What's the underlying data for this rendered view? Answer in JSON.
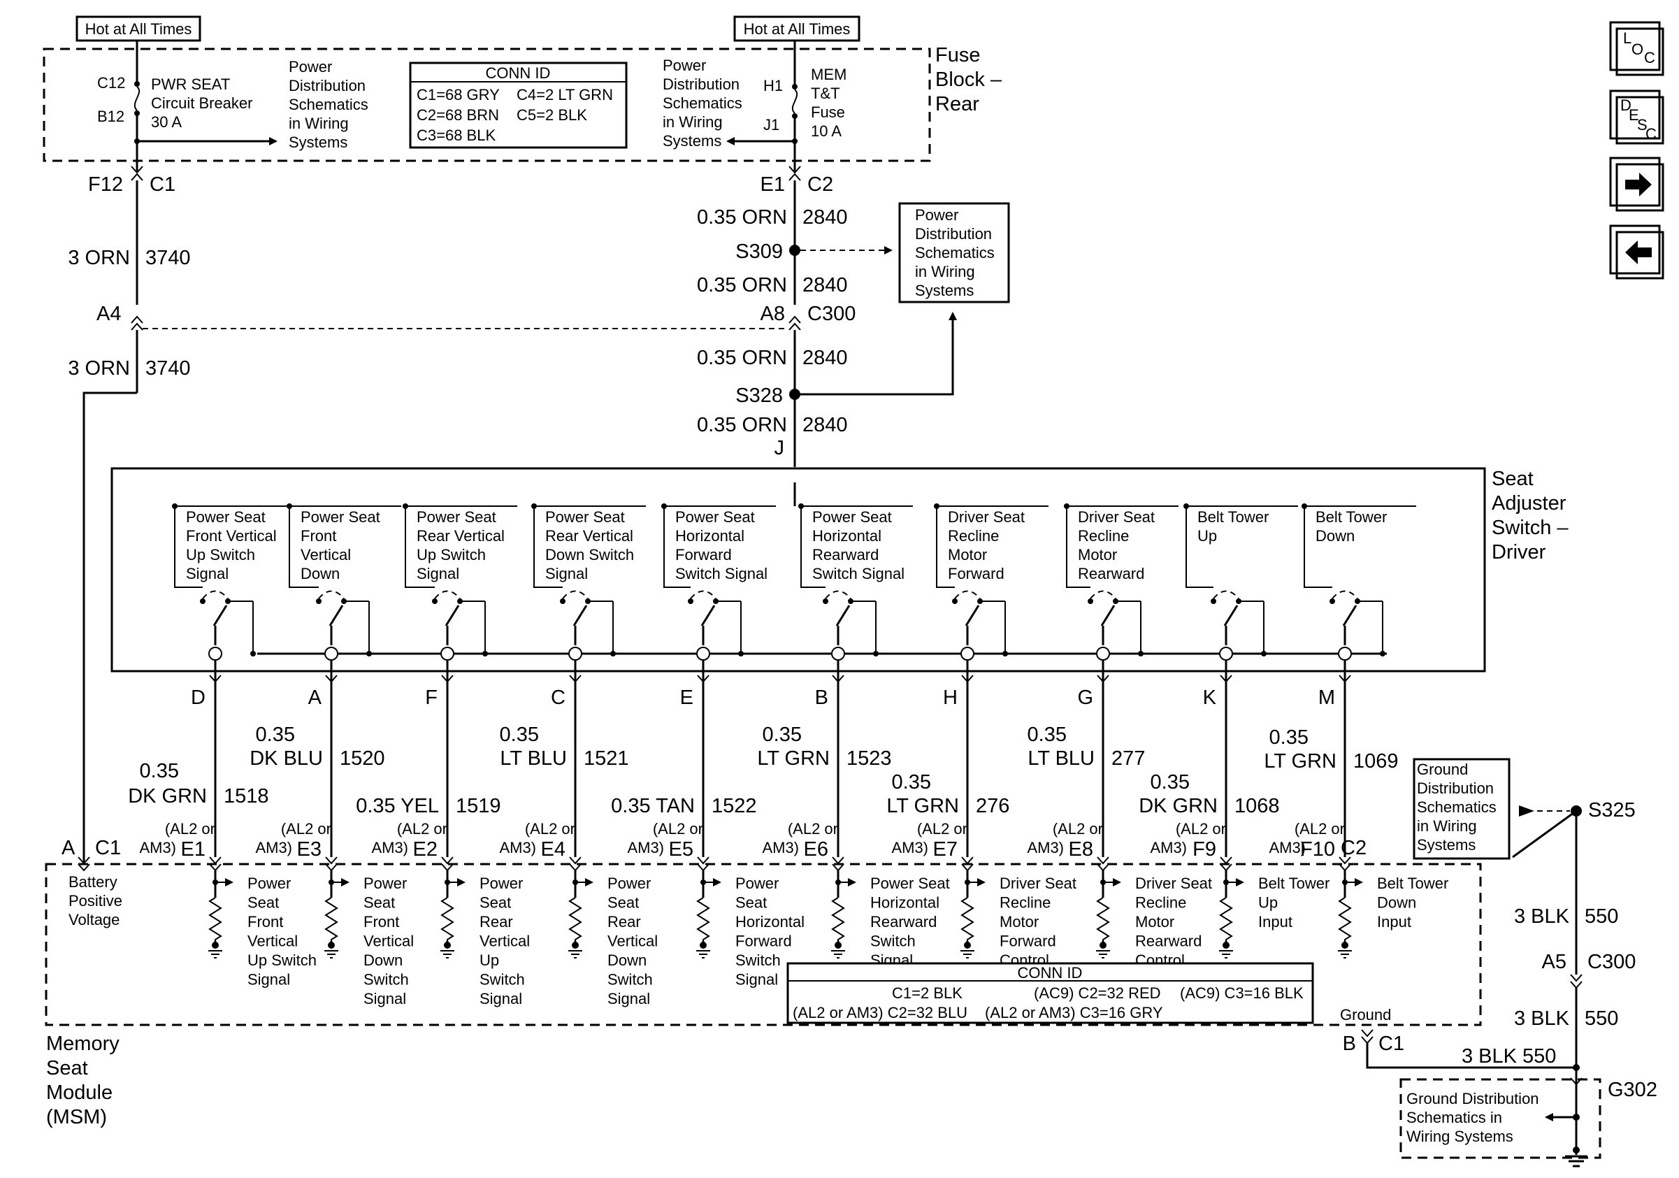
{
  "fuse_block": {
    "hot_left": "Hot at All Times",
    "hot_right": "Hot at All Times",
    "title_lines": [
      "Fuse",
      "Block –",
      "Rear"
    ],
    "pwr_seat_pins": [
      "C12",
      "B12"
    ],
    "pwr_seat_breaker": [
      "PWR SEAT",
      "Circuit Breaker",
      "30 A"
    ],
    "pd_ref_left": [
      "Power",
      "Distribution",
      "Schematics",
      "in Wiring",
      "Systems"
    ],
    "conn_id_title": "CONN ID",
    "conn_id_rows": [
      "C1=68 GRY",
      "C4=2 LT GRN",
      "C2=68 BRN",
      "C5=2 BLK",
      "C3=68 BLK"
    ],
    "pd_ref_right": [
      "Power",
      "Distribution",
      "Schematics",
      "in Wiring",
      "Systems"
    ],
    "mem_pins": [
      "H1",
      "J1"
    ],
    "mem_fuse": [
      "MEM",
      "T&T",
      "Fuse",
      "10 A"
    ]
  },
  "left_circuit": {
    "top_pin": "F12",
    "top_conn": "C1",
    "wire_upper": "3 ORN",
    "circuit_upper": "3740",
    "mid_pin": "A4",
    "wire_lower": "3 ORN",
    "circuit_lower": "3740"
  },
  "center_circuit": {
    "top_pin": "E1",
    "top_conn": "C2",
    "wire1": "0.35 ORN",
    "circuit1": "2840",
    "splice1": "S309",
    "wire2": "0.35 ORN",
    "circuit2": "2840",
    "mid_pin": "A8",
    "mid_conn": "C300",
    "wire3": "0.35 ORN",
    "circuit3": "2840",
    "splice2": "S328",
    "wire4": "0.35 ORN",
    "circuit4": "2840",
    "switch_pin": "J",
    "pd_ref": [
      "Power",
      "Distribution",
      "Schematics",
      "in Wiring",
      "Systems"
    ]
  },
  "switch_box": {
    "title_lines": [
      "Seat",
      "Adjuster",
      "Switch –",
      "Driver"
    ],
    "switches": [
      {
        "lines": [
          "Power Seat",
          "Front Vertical",
          "Up Switch",
          "Signal"
        ],
        "pin": "D"
      },
      {
        "lines": [
          "Power Seat",
          "Front",
          "Vertical",
          "Down"
        ],
        "pin": "A"
      },
      {
        "lines": [
          "Power Seat",
          "Rear Vertical",
          "Up Switch",
          "Signal"
        ],
        "pin": "F"
      },
      {
        "lines": [
          "Power Seat",
          "Rear Vertical",
          "Down Switch",
          "Signal"
        ],
        "pin": "C"
      },
      {
        "lines": [
          "Power Seat",
          "Horizontal",
          "Forward",
          "Switch Signal"
        ],
        "pin": "E"
      },
      {
        "lines": [
          "Power Seat",
          "Horizontal",
          "Rearward",
          "Switch Signal"
        ],
        "pin": "B"
      },
      {
        "lines": [
          "Driver Seat",
          "Recline",
          "Motor",
          "Forward"
        ],
        "pin": "H"
      },
      {
        "lines": [
          "Driver Seat",
          "Recline",
          "Motor",
          "Rearward"
        ],
        "pin": "G"
      },
      {
        "lines": [
          "Belt Tower",
          "Up"
        ],
        "pin": "K"
      },
      {
        "lines": [
          "Belt Tower",
          "Down"
        ],
        "pin": "M"
      }
    ]
  },
  "wires": [
    {
      "gauge": "0.35",
      "color": "DK GRN",
      "circuit": "1518",
      "opt": [
        "(AL2 or",
        "AM3)"
      ],
      "pin": "E1"
    },
    {
      "gauge": "0.35",
      "color": "DK BLU",
      "circuit": "1520",
      "opt": [
        "(AL2 or",
        "AM3)"
      ],
      "pin": "E3"
    },
    {
      "gauge": "",
      "color": "0.35 YEL",
      "circuit": "1519",
      "opt": [
        "(AL2 or",
        "AM3)"
      ],
      "pin": "E2"
    },
    {
      "gauge": "0.35",
      "color": "LT BLU",
      "circuit": "1521",
      "opt": [
        "(AL2 or",
        "AM3)"
      ],
      "pin": "E4"
    },
    {
      "gauge": "",
      "color": "0.35 TAN",
      "circuit": "1522",
      "opt": [
        "(AL2 or",
        "AM3)"
      ],
      "pin": "E5"
    },
    {
      "gauge": "0.35",
      "color": "LT GRN",
      "circuit": "1523",
      "opt": [
        "(AL2 or",
        "AM3)"
      ],
      "pin": "E6"
    },
    {
      "gauge": "0.35",
      "color": "LT GRN",
      "circuit": "276",
      "opt": [
        "(AL2 or",
        "AM3)"
      ],
      "pin": "E7"
    },
    {
      "gauge": "0.35",
      "color": "LT BLU",
      "circuit": "277",
      "opt": [
        "(AL2 or",
        "AM3)"
      ],
      "pin": "E8"
    },
    {
      "gauge": "0.35",
      "color": "DK GRN",
      "circuit": "1068",
      "opt": [
        "(AL2 or",
        "AM3)"
      ],
      "pin": "F9"
    },
    {
      "gauge": "0.35",
      "color": "LT GRN",
      "circuit": "1069",
      "opt": [
        "(AL2 or",
        "AM3)"
      ],
      "pin": "F10"
    }
  ],
  "msm": {
    "title_lines": [
      "Memory",
      "Seat",
      "Module",
      "(MSM)"
    ],
    "battery_pin": "A",
    "battery_conn": "C1",
    "battery_lines": [
      "Battery",
      "Positive",
      "Voltage"
    ],
    "c2_label": "C2",
    "inputs": [
      [
        "Power",
        "Seat",
        "Front",
        "Vertical",
        "Up Switch",
        "Signal"
      ],
      [
        "Power",
        "Seat",
        "Front",
        "Vertical",
        "Down",
        "Switch",
        "Signal"
      ],
      [
        "Power",
        "Seat",
        "Rear",
        "Vertical",
        "Up",
        "Switch",
        "Signal"
      ],
      [
        "Power",
        "Seat",
        "Rear",
        "Vertical",
        "Down",
        "Switch",
        "Signal"
      ],
      [
        "Power",
        "Seat",
        "Horizontal",
        "Forward",
        "Switch",
        "Signal"
      ],
      [
        "Power Seat",
        "Horizontal",
        "Rearward",
        "Switch",
        "Signal"
      ],
      [
        "Driver Seat",
        "Recline",
        "Motor",
        "Forward",
        "Control"
      ],
      [
        "Driver Seat",
        "Recline",
        "Motor",
        "Rearward",
        "Control"
      ],
      [
        "Belt Tower",
        "Up",
        "Input"
      ],
      [
        "Belt Tower",
        "Down",
        "Input"
      ]
    ],
    "conn_id_title": "CONN ID",
    "conn_id_line1": [
      "C1=2 BLK",
      "(AC9) C2=32 RED",
      "(AC9) C3=16 BLK"
    ],
    "conn_id_line2": [
      "(AL2 or AM3) C2=32 BLU",
      "(AL2 or AM3) C3=16 GRY"
    ],
    "ground_label": "Ground",
    "ground_pin": "B",
    "ground_conn": "C1"
  },
  "ground": {
    "ref_top": [
      "Ground",
      "Distribution",
      "Schematics",
      "in Wiring",
      "Systems"
    ],
    "splice": "S325",
    "wire1": "3 BLK",
    "circuit1": "550",
    "mid_pin": "A5",
    "mid_conn": "C300",
    "wire2": "3 BLK",
    "circuit2": "550",
    "wire3": "3 BLK",
    "circuit3": "550",
    "ground_point": "G302",
    "ref_bottom": [
      "Ground Distribution",
      "Schematics in",
      "Wiring Systems"
    ]
  },
  "nav": {
    "loc": [
      "L",
      "O",
      "C"
    ],
    "desc": [
      "D",
      "E",
      "S",
      "C"
    ],
    "next_icon": "arrow-right-icon",
    "prev_icon": "arrow-left-icon"
  }
}
